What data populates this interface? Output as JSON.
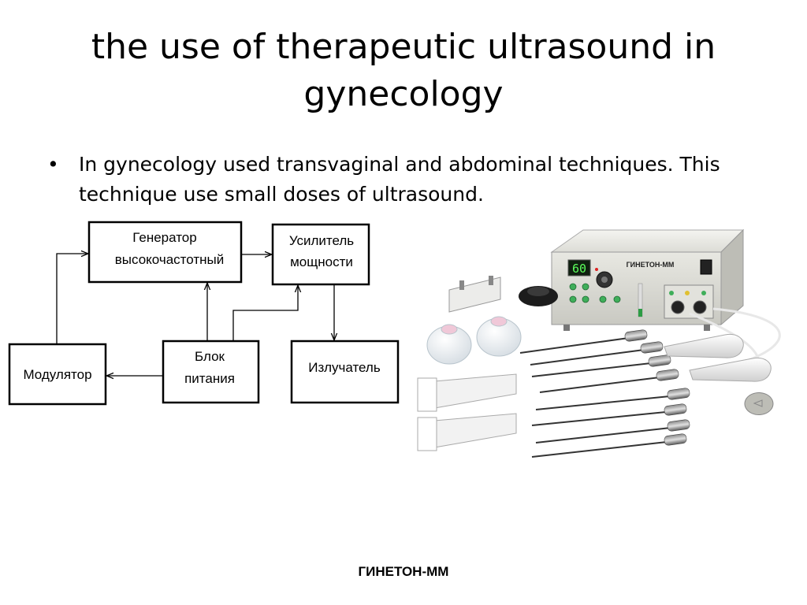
{
  "slide": {
    "title": "the use of therapeutic ultrasound in gynecology",
    "bullets": [
      "In gynecology used transvaginal and abdominal techniques. This technique use small doses of ultrasound."
    ],
    "bullet_symbol": "•"
  },
  "diagram": {
    "blocks": {
      "generator": {
        "line1": "Генератор",
        "line2": "высокочастотный"
      },
      "amplifier": {
        "line1": "Усилитель",
        "line2": "мощности"
      },
      "modulator": {
        "line1": "Модулятор"
      },
      "power_supply": {
        "line1": "Блок",
        "line2": "питания"
      },
      "emitter": {
        "line1": "Излучатель"
      }
    }
  },
  "device": {
    "display_value": "60",
    "brand_plate": "ГИНЕТОН-ММ"
  },
  "caption": "ГИНЕТОН-ММ"
}
